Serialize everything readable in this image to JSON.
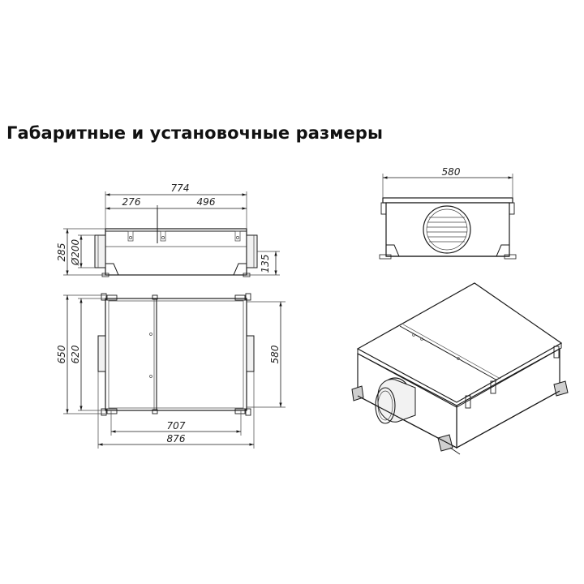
{
  "title": "Габаритные и установочные размеры",
  "dimensions": {
    "front_total_width": "774",
    "front_left_part": "276",
    "front_right_part": "496",
    "front_height": "285",
    "front_duct_diameter": "Ø200",
    "front_duct_height": "135",
    "plan_height_outer": "650",
    "plan_height_inner": "620",
    "plan_duct_spacing": "580",
    "plan_width_inner": "707",
    "plan_width_outer": "876",
    "side_width": "580"
  },
  "colors": {
    "line": "#1a1a1a",
    "background": "#ffffff"
  }
}
